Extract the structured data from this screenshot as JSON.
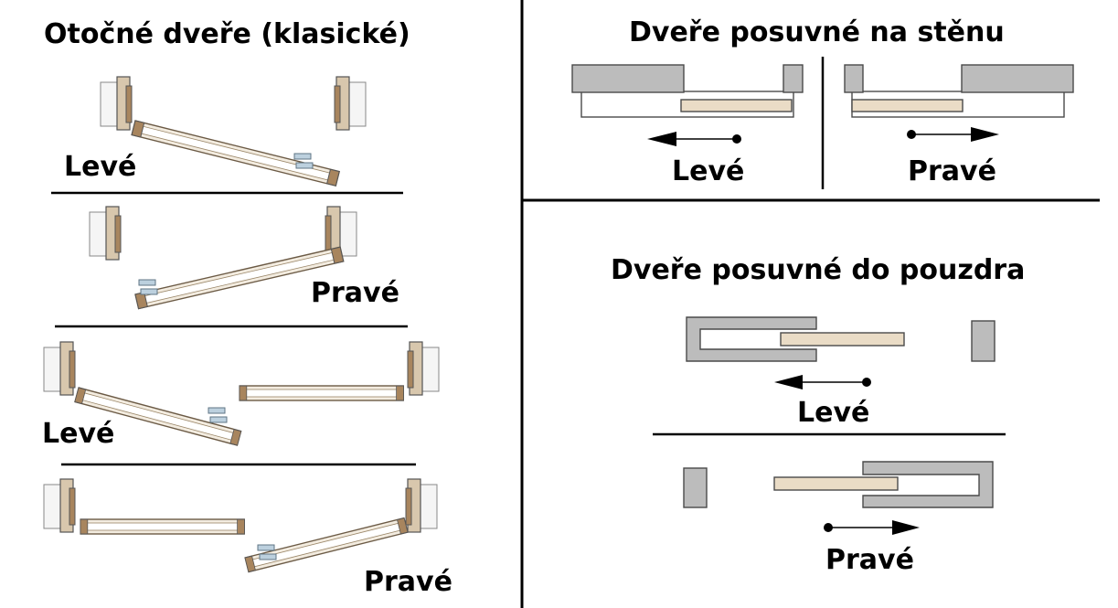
{
  "swing": {
    "title": "Otočné dveře (klasické)",
    "labels": [
      "Levé",
      "Pravé",
      "Levé",
      "Pravé"
    ]
  },
  "sliding_wall": {
    "title": "Dveře posuvné na stěnu",
    "left_label": "Levé",
    "right_label": "Pravé"
  },
  "pocket": {
    "title": "Dveře posuvné do pouzdra",
    "left_label": "Levé",
    "right_label": "Pravé"
  },
  "colors": {
    "wall": "#bcbcbc",
    "door_panel": "#eadcc6",
    "frame": "#d8c7ad",
    "hinge": "#bcd0de",
    "separator": "#000000"
  }
}
